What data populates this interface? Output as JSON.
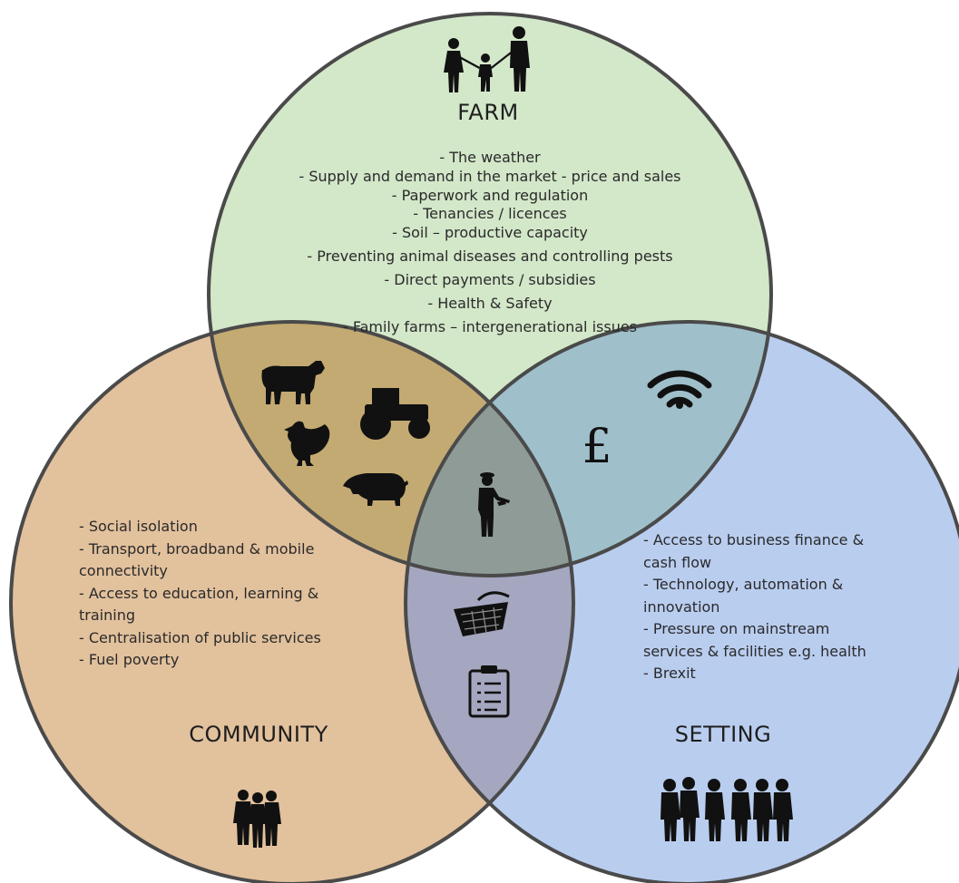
{
  "circles": {
    "farm": {
      "title": "FARM",
      "fill": "#d3e7c9",
      "items": [
        "- The weather",
        "- Supply and demand in the market - price and sales",
        "- Paperwork and regulation",
        "- Tenancies /  licences",
        "- Soil – productive capacity",
        "- Preventing animal diseases and controlling pests",
        "- Direct payments / subsidies",
        "- Health & Safety",
        "- Family farms – intergenerational issues"
      ]
    },
    "community": {
      "title": "COMMUNITY",
      "fill": "#e2c19d",
      "items": [
        "- Social isolation",
        "- Transport, broadband & mobile connectivity",
        "- Access to education, learning & training",
        "- Centralisation of public services",
        "- Fuel poverty"
      ]
    },
    "setting": {
      "title": "SETTING",
      "fill": "#b9cdef",
      "items": [
        "- Access to business finance & cash flow",
        "- Technology, automation & innovation",
        "- Pressure on mainstream services & facilities e.g. health",
        "- Brexit"
      ]
    }
  },
  "overlap_colors": {
    "farm_community": "#c3aa73",
    "farm_setting": "#9fbfcb",
    "community_setting": "#a4a7bf",
    "center": "#8f9b96"
  },
  "outline_color": "#4a4a4a",
  "icons": {
    "farm": "family-icon",
    "community": "people-group-icon",
    "setting": "workers-group-icon",
    "farm_community": [
      "cow-icon",
      "tractor-icon",
      "chicken-icon",
      "pig-icon"
    ],
    "farm_setting": [
      "wifi-icon",
      "pound-sign-icon"
    ],
    "center": "farmer-icon",
    "community_setting": [
      "shopping-basket-icon",
      "clipboard-icon"
    ]
  },
  "pound_symbol": "£"
}
